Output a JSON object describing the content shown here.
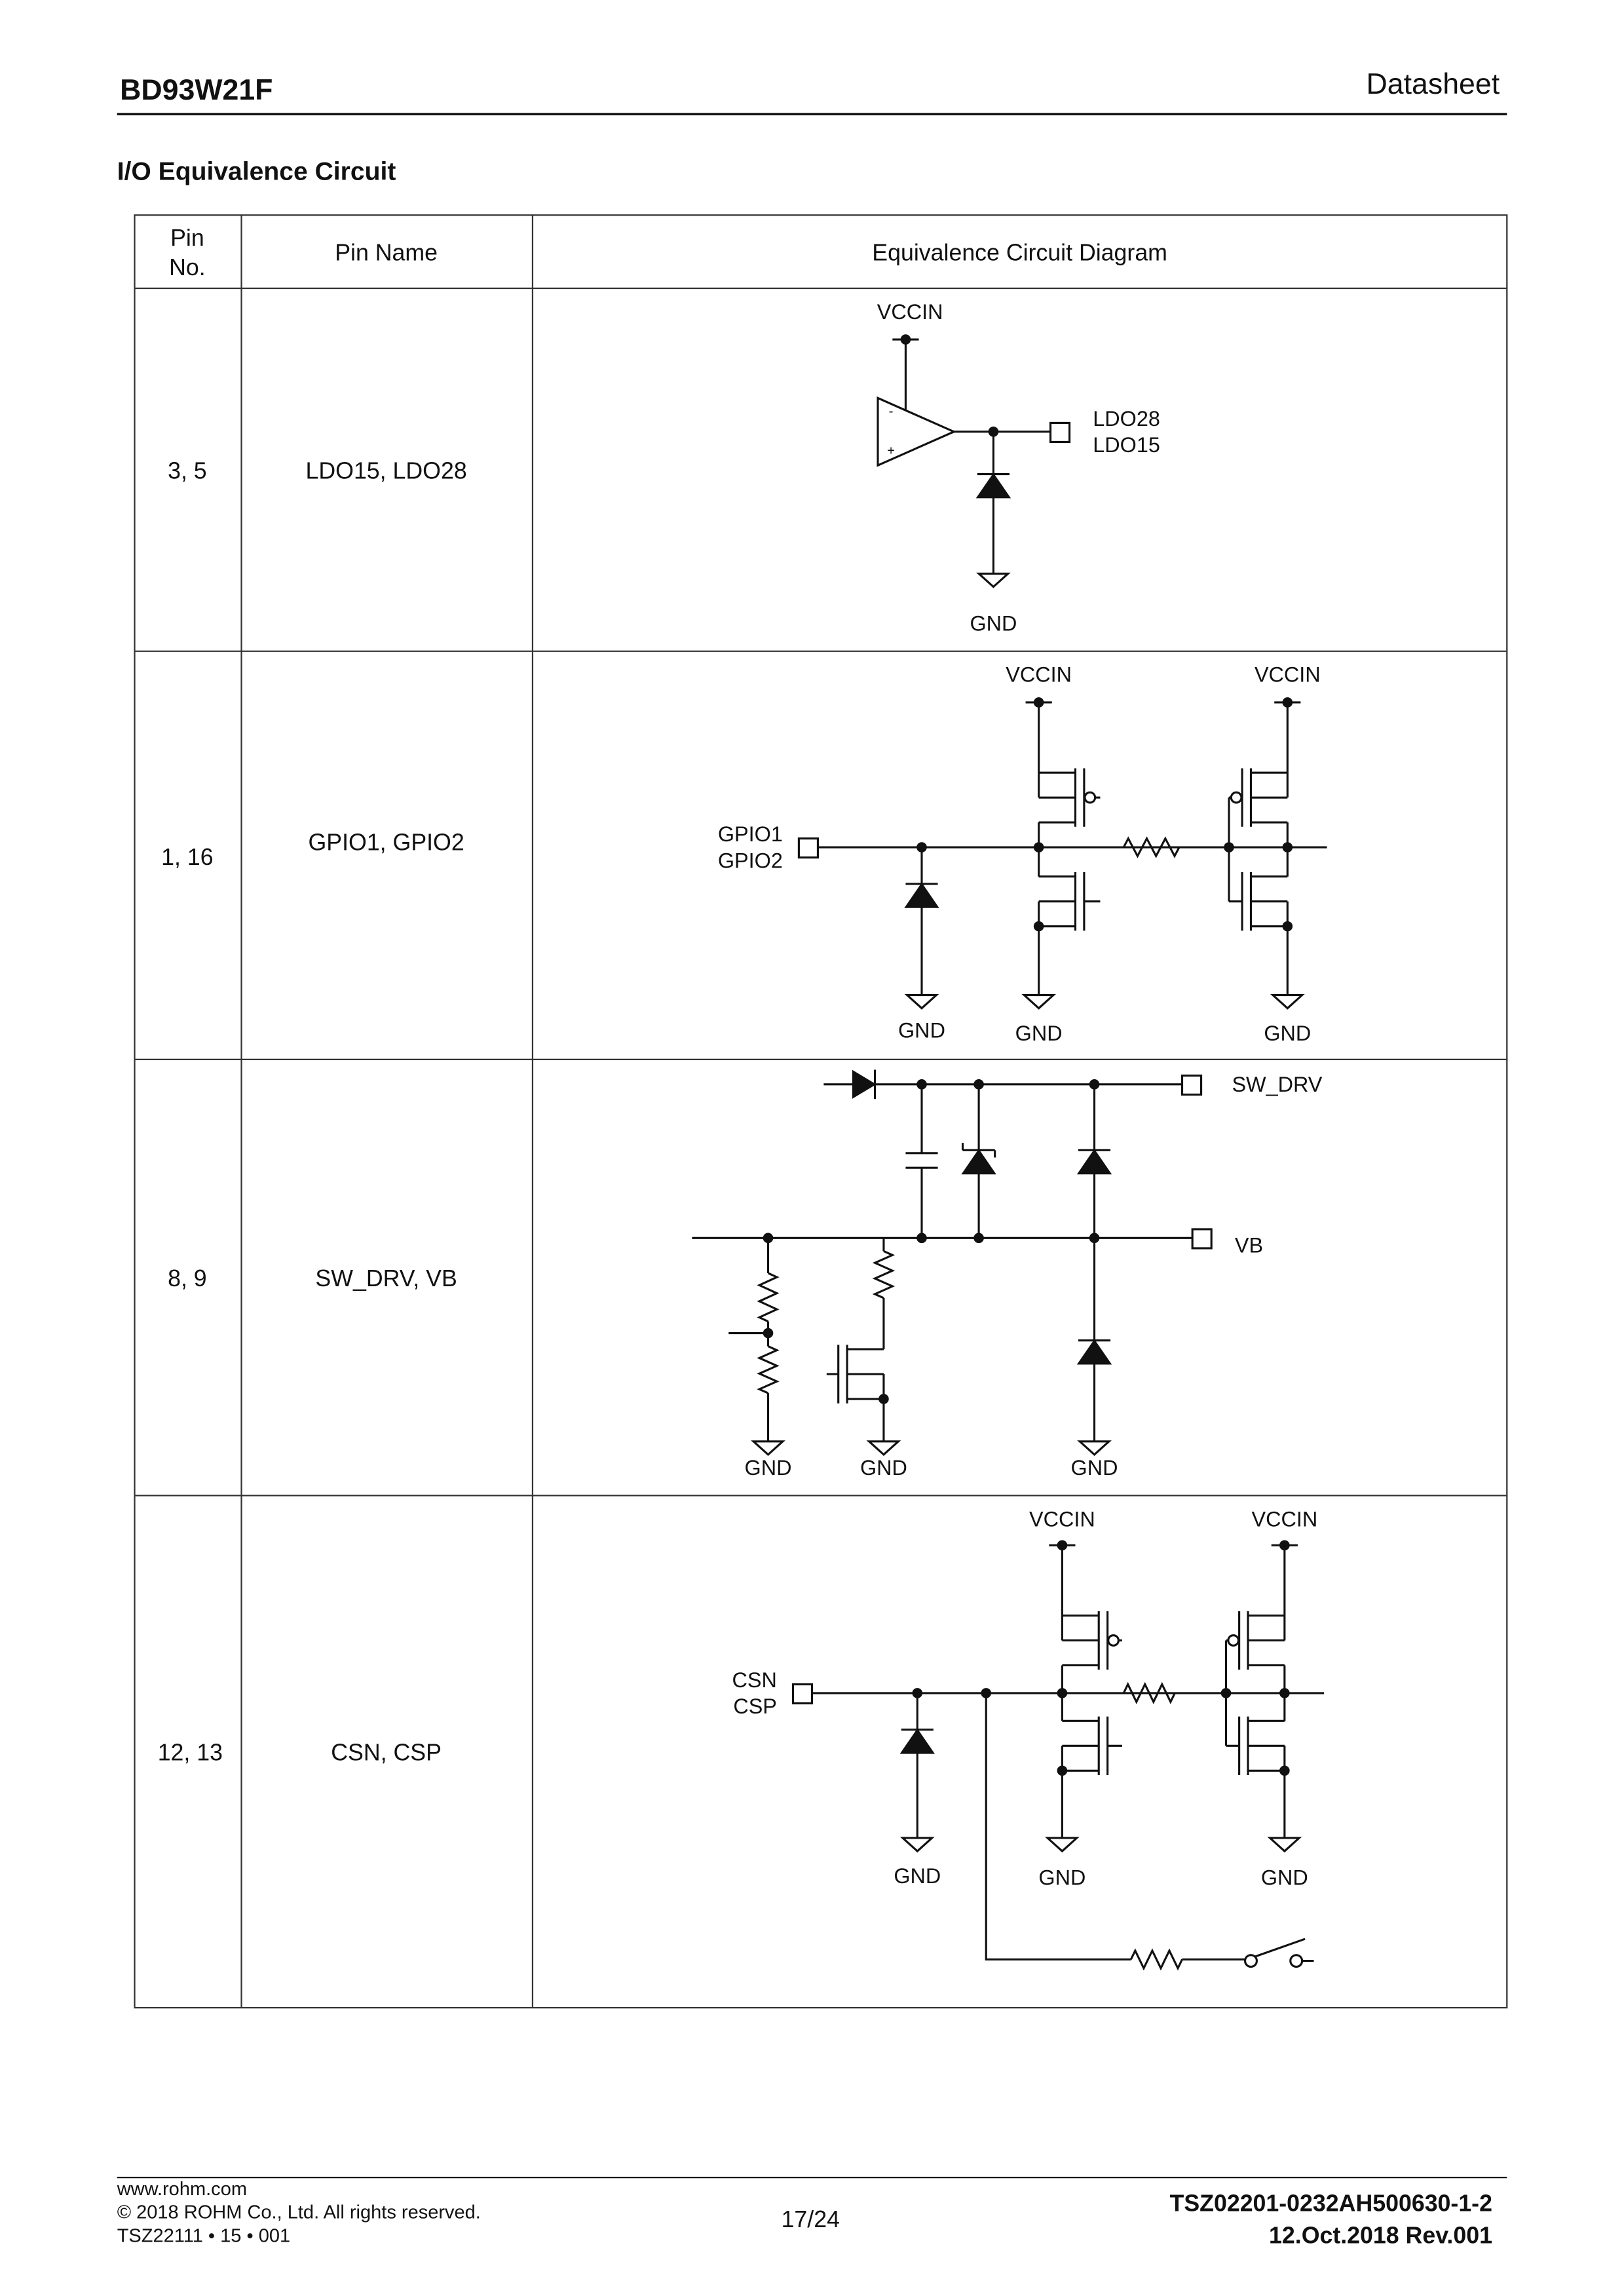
{
  "header": {
    "part_number": "BD93W21F",
    "doc_type": "Datasheet"
  },
  "section_title": "I/O Equivalence Circuit",
  "table": {
    "headers": {
      "pin_no_line1": "Pin",
      "pin_no_line2": "No.",
      "pin_name": "Pin Name",
      "diagram": "Equivalence Circuit Diagram"
    },
    "rows": [
      {
        "pin_no": "3, 5",
        "pin_name": "LDO15, LDO28",
        "labels": {
          "vcc": "VCCIN",
          "out1": "LDO28",
          "out2": "LDO15",
          "gnd": "GND",
          "minus": "-",
          "plus": "+"
        }
      },
      {
        "pin_no": "1, 16",
        "pin_name": "GPIO1, GPIO2",
        "labels": {
          "pin1": "GPIO1",
          "pin2": "GPIO2",
          "vcc1": "VCCIN",
          "vcc2": "VCCIN",
          "gnd1": "GND",
          "gnd2": "GND",
          "gnd3": "GND"
        }
      },
      {
        "pin_no": "8, 9",
        "pin_name": "SW_DRV, VB",
        "labels": {
          "sw": "SW_DRV",
          "vb": "VB",
          "gnd1": "GND",
          "gnd2": "GND",
          "gnd3": "GND"
        }
      },
      {
        "pin_no": "12, 13",
        "pin_name": "CSN, CSP",
        "labels": {
          "pin1": "CSN",
          "pin2": "CSP",
          "vcc1": "VCCIN",
          "vcc2": "VCCIN",
          "gnd1": "GND",
          "gnd2": "GND",
          "gnd3": "GND"
        }
      }
    ]
  },
  "footer": {
    "website": "www.rohm.com",
    "copyright": "© 2018 ROHM Co., Ltd. All rights reserved.",
    "form_code": "TSZ22111 • 15 • 001",
    "page": "17/24",
    "doc_number": "TSZ02201-0232AH500630-1-2",
    "revision": "12.Oct.2018 Rev.001"
  }
}
